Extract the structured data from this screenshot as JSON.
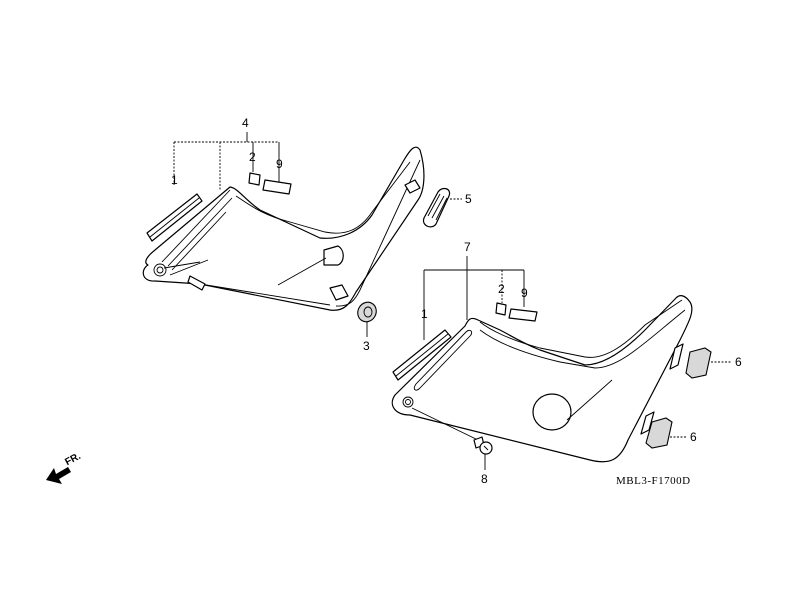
{
  "diagram": {
    "type": "exploded parts diagram",
    "subject": "Motorcycle side covers (left and right) with grommets and fasteners",
    "drawing_code": "MBL3-F1700D",
    "direction_indicator": {
      "label": "FR.",
      "icon": "arrow-front-left-icon"
    },
    "callouts": {
      "left_cover_assembly": {
        "number": "4"
      },
      "left_cover_rubber_strip": {
        "number": "1"
      },
      "left_cover_clip": {
        "number": "2"
      },
      "left_cover_emblem": {
        "number": "9"
      },
      "left_cover_grommet_round": {
        "number": "3"
      },
      "left_cover_grommet_front": {
        "number": "5"
      },
      "right_cover_assembly": {
        "number": "7"
      },
      "right_cover_rubber_strip": {
        "number": "1"
      },
      "right_cover_clip": {
        "number": "2"
      },
      "right_cover_emblem": {
        "number": "9"
      },
      "right_cover_grommet_upper": {
        "number": "6"
      },
      "right_cover_grommet_lower": {
        "number": "6"
      },
      "right_cover_screw": {
        "number": "8"
      }
    }
  }
}
